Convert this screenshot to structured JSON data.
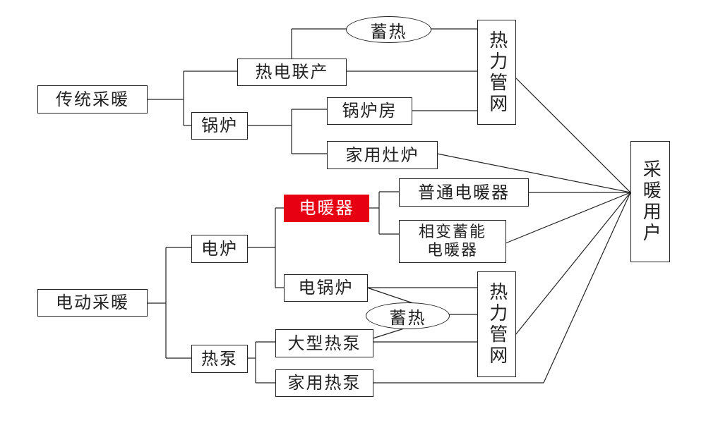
{
  "nodes": {
    "traditional_heating": "传统采暖",
    "chp": "热电联产",
    "boiler": "锅炉",
    "heat_storage_top": "蓄热",
    "heat_network_top": "热力管网",
    "boiler_room": "锅炉房",
    "household_stove": "家用灶炉",
    "heating_users": "采暖用户",
    "electric_heating": "电动采暖",
    "electric_furnace": "电炉",
    "electric_heater": "电暖器",
    "ordinary_electric_heater": "普通电暖器",
    "phase_change_heater_line1": "相变蓄能",
    "phase_change_heater_line2": "电暖器",
    "electric_boiler": "电锅炉",
    "heat_storage_bottom": "蓄热",
    "heat_network_bottom": "热力管网",
    "heat_pump": "热泵",
    "large_heat_pump": "大型热泵",
    "household_heat_pump": "家用热泵"
  },
  "colors": {
    "highlight": "#e60012",
    "line": "#222222"
  }
}
